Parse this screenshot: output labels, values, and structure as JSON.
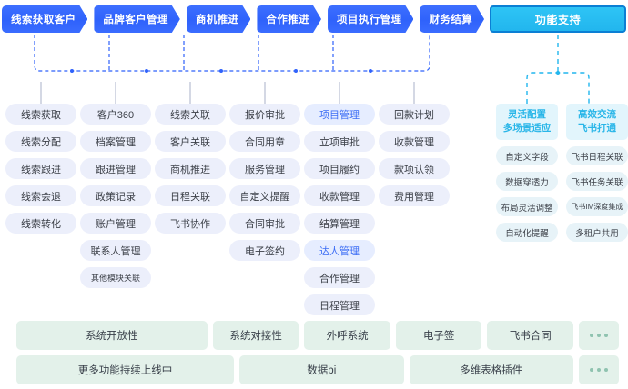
{
  "flow": {
    "stages": [
      {
        "label": "线索获取客户"
      },
      {
        "label": "品牌客户管理"
      },
      {
        "label": "商机推进"
      },
      {
        "label": "合作推进"
      },
      {
        "label": "项目执行管理"
      },
      {
        "label": "财务结算"
      }
    ],
    "support_label": "功能支持"
  },
  "columns": [
    {
      "name": "lead-acquisition",
      "items": [
        {
          "label": "线索获取",
          "highlight": false
        },
        {
          "label": "线索分配",
          "highlight": false
        },
        {
          "label": "线索跟进",
          "highlight": false
        },
        {
          "label": "线索会退",
          "highlight": false
        },
        {
          "label": "线索转化",
          "highlight": false
        }
      ]
    },
    {
      "name": "customer-management",
      "items": [
        {
          "label": "客户360",
          "highlight": false
        },
        {
          "label": "档案管理",
          "highlight": false
        },
        {
          "label": "跟进管理",
          "highlight": false
        },
        {
          "label": "政策记录",
          "highlight": false
        },
        {
          "label": "账户管理",
          "highlight": false
        },
        {
          "label": "联系人管理",
          "highlight": false
        },
        {
          "label": "其他模块关联",
          "highlight": false,
          "small": true
        }
      ]
    },
    {
      "name": "opportunity",
      "items": [
        {
          "label": "线索关联",
          "highlight": false
        },
        {
          "label": "客户关联",
          "highlight": false
        },
        {
          "label": "商机推进",
          "highlight": false
        },
        {
          "label": "日程关联",
          "highlight": false
        },
        {
          "label": "飞书协作",
          "highlight": false
        }
      ]
    },
    {
      "name": "cooperation",
      "items": [
        {
          "label": "报价审批",
          "highlight": false
        },
        {
          "label": "合同用章",
          "highlight": false
        },
        {
          "label": "服务管理",
          "highlight": false
        },
        {
          "label": "自定义提醒",
          "highlight": false
        },
        {
          "label": "合同审批",
          "highlight": false
        },
        {
          "label": "电子签约",
          "highlight": false
        }
      ]
    },
    {
      "name": "project-execution",
      "items": [
        {
          "label": "项目管理",
          "highlight": true
        },
        {
          "label": "立项审批",
          "highlight": false
        },
        {
          "label": "项目履约",
          "highlight": false
        },
        {
          "label": "收款管理",
          "highlight": false
        },
        {
          "label": "结算管理",
          "highlight": false
        },
        {
          "label": "达人管理",
          "highlight": true
        },
        {
          "label": "合作管理",
          "highlight": false
        },
        {
          "label": "日程管理",
          "highlight": false
        }
      ]
    },
    {
      "name": "finance-settlement",
      "items": [
        {
          "label": "回款计划",
          "highlight": false
        },
        {
          "label": "收款管理",
          "highlight": false
        },
        {
          "label": "款项认领",
          "highlight": false
        },
        {
          "label": "费用管理",
          "highlight": false
        }
      ]
    }
  ],
  "support_columns": [
    {
      "name": "flexible-config",
      "head_line1": "灵活配置",
      "head_line2": "多场景适应",
      "items": [
        {
          "label": "自定义字段"
        },
        {
          "label": "数据穿透力"
        },
        {
          "label": "布局灵活调整"
        },
        {
          "label": "自动化提醒"
        }
      ]
    },
    {
      "name": "efficient-communication",
      "head_line1": "高效交流",
      "head_line2": "飞书打通",
      "items": [
        {
          "label": "飞书日程关联"
        },
        {
          "label": "飞书任务关联"
        },
        {
          "label": "飞书IM深度集成",
          "tiny": true
        },
        {
          "label": "多租户共用"
        }
      ]
    }
  ],
  "bottom_rows": [
    {
      "name": "row-openness",
      "cells": [
        {
          "label": "系统开放性",
          "flex": 222,
          "dots": false
        },
        {
          "label": "系统对接性",
          "flex": 100,
          "dots": false
        },
        {
          "label": "外呼系统",
          "flex": 100,
          "dots": false
        },
        {
          "label": "电子签",
          "flex": 100,
          "dots": false
        },
        {
          "label": "飞书合同",
          "flex": 100,
          "dots": false
        },
        {
          "label": "",
          "flex": 44,
          "dots": true
        }
      ]
    },
    {
      "name": "row-more-features",
      "cells": [
        {
          "label": "更多功能持续上线中",
          "flex": 245,
          "dots": false
        },
        {
          "label": "数据bi",
          "flex": 185,
          "dots": false
        },
        {
          "label": "多维表格插件",
          "flex": 185,
          "dots": false
        },
        {
          "label": "",
          "flex": 44,
          "dots": true
        }
      ]
    }
  ],
  "colors": {
    "stage_blue": "#3a6cff",
    "support_cyan": "#22b6ee",
    "pill_bg": "#eceffb",
    "pill_highlight_text": "#3d6ef5",
    "bottom_green": "#e3f1ea"
  }
}
